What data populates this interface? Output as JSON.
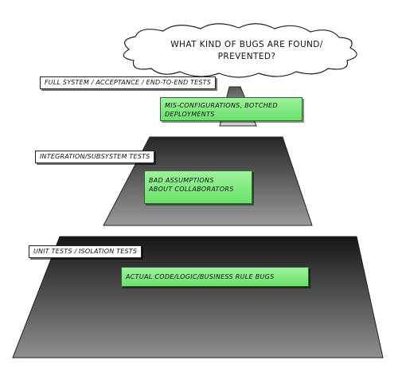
{
  "question": {
    "line1": "WHAT KIND OF BUGS ARE FOUND/",
    "line2": "PREVENTED?"
  },
  "tiers": [
    {
      "label": "FULL SYSTEM / ACCEPTANCE / END-TO-END TESTS",
      "bugs": [
        "MIS-CONFIGURATIONS, BOTCHED",
        "DEPLOYMENTS"
      ]
    },
    {
      "label": "INTEGRATION/SUBSYSTEM TESTS",
      "bugs": [
        "BAD ASSUMPTIONS",
        "ABOUT COLLABORATORS"
      ]
    },
    {
      "label": "UNIT TESTS / ISOLATION TESTS",
      "bugs": [
        "ACTUAL CODE/LOGIC/BUSINESS RULE BUGS"
      ]
    }
  ],
  "colors": {
    "pyramid_dark": "#111111",
    "pyramid_light": "#8a8a8a",
    "bug_box": "#7ee87e",
    "cloud": "#ffffff"
  }
}
